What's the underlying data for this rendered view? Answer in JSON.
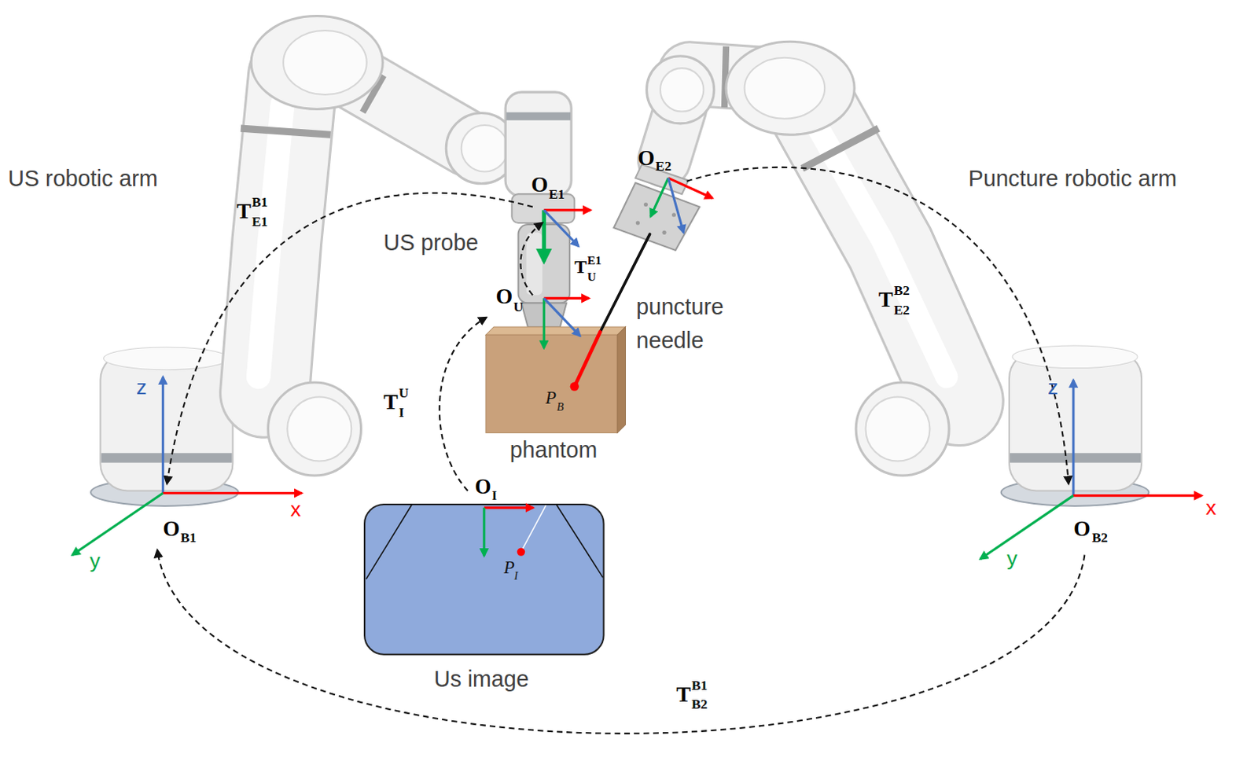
{
  "diagram": {
    "nodes": [
      {
        "text": [
          "phantom",
          "P",
          "B"
        ]
      },
      {
        "text": [
          "Us image",
          "O",
          "I",
          "P",
          "I"
        ]
      }
    ],
    "labels": [
      "US robotic arm",
      "Puncture robotic arm",
      "O",
      "E1",
      "T",
      "B1",
      "E1",
      "US probe",
      "T",
      "E1",
      "U",
      "O",
      "U",
      "puncture needle",
      "T",
      "U",
      "I",
      "z",
      "x",
      "y",
      "O",
      "B1",
      "O",
      "E2",
      "T",
      "B2",
      "E2",
      "z",
      "x",
      "y",
      "O",
      "B2",
      "T",
      "B1",
      "B2"
    ]
  }
}
